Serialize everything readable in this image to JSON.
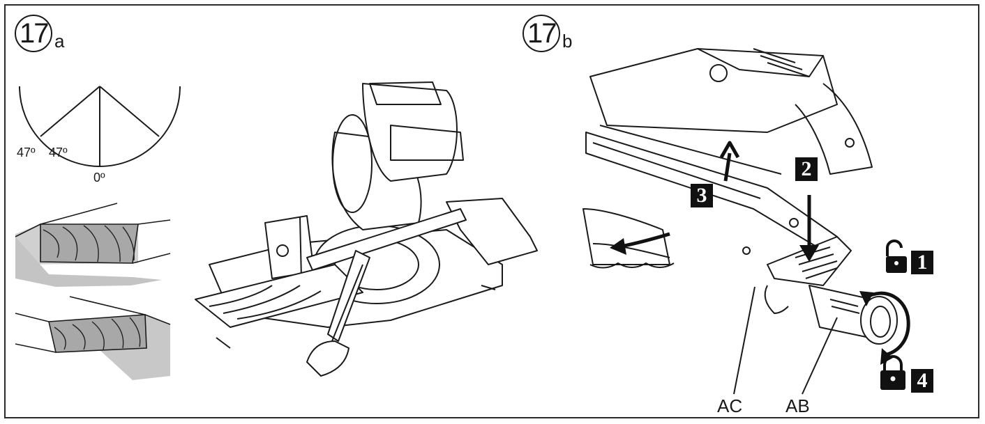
{
  "panel_a": {
    "figure_number": "17",
    "figure_letter": "a",
    "angle_left": "47º",
    "angle_right": "47º",
    "angle_center": "0º"
  },
  "panel_b": {
    "figure_number": "17",
    "figure_letter": "b",
    "steps": [
      "1",
      "2",
      "3",
      "4"
    ],
    "labels": {
      "ac": "AC",
      "ab": "AB"
    }
  },
  "icons": [
    "unlocked-padlock-icon",
    "locked-padlock-icon",
    "rotate-arrow-icon",
    "up-arrow-icon",
    "down-arrow-icon",
    "left-arrow-icon"
  ]
}
